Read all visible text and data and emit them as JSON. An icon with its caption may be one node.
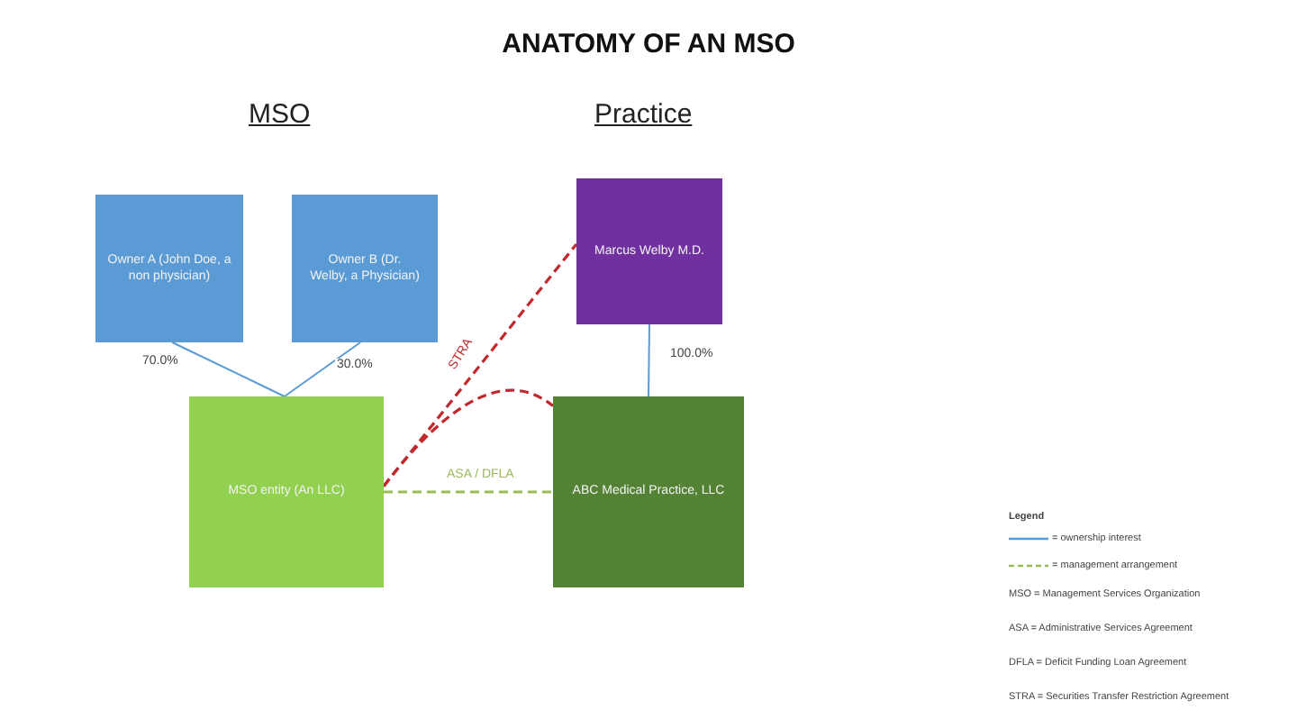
{
  "diagram": {
    "title": "ANATOMY OF AN MSO",
    "nodes": [
      {
        "text": [
          "Owner A (John Doe, a non physician)"
        ]
      },
      {
        "text": [
          "Owner B (Dr. Welby, a Physician)"
        ]
      },
      {
        "text": [
          "MSO entity (An LLC)"
        ]
      },
      {
        "text": [
          "Marcus Welby M.D."
        ]
      },
      {
        "text": [
          "ABC Medical Practice, LLC"
        ]
      }
    ],
    "edges": [
      {
        "from": 0,
        "to": 2,
        "arrow": "none",
        "label": "70.0%"
      },
      {
        "from": 1,
        "to": 2,
        "arrow": "none",
        "label": "30.0%"
      },
      {
        "from": 3,
        "to": 4,
        "arrow": "none",
        "label": "100.0%"
      },
      {
        "from": 2,
        "to": 3,
        "arrow": "none",
        "label": "STRA",
        "style": "dashed",
        "color": "#c0282d"
      },
      {
        "from": 2,
        "to": 4,
        "arrow": "none",
        "style": "dashed",
        "color": "#c0282d"
      },
      {
        "from": 2,
        "to": 4,
        "arrow": "none",
        "label": "ASA / DFLA",
        "style": "dashed",
        "color": "#9bbb59"
      }
    ],
    "labels": [
      "MSO",
      "Practice",
      "Legend",
      "MSO = Management Services Organization",
      "ASA = Administrative Services Agreement",
      "DFLA = Deficit Funding Loan Agreement",
      "STRA = Securities Transfer Restriction Agreement"
    ],
    "legend": [
      {
        "text": "= ownership interest"
      },
      {
        "text": "= management arrangement"
      }
    ]
  }
}
